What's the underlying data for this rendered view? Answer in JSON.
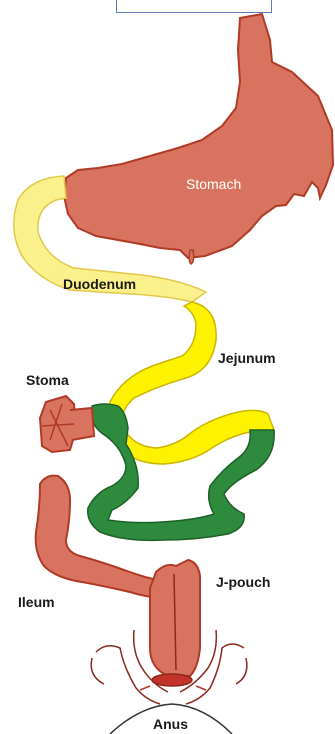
{
  "labels": {
    "stomach": "Stomach",
    "duodenum": "Duodenum",
    "jejunum": "Jejunum",
    "stoma": "Stoma",
    "ileum": "Ileum",
    "j_pouch": "J-pouch",
    "anus": "Anus"
  },
  "colors": {
    "organ_red": "#d8735f",
    "organ_outline": "#b03a26",
    "yellow_light": "#fbf18c",
    "yellow_bright": "#fff200",
    "green": "#2e8b3e",
    "pelvis_line": "#8a2a1c"
  }
}
